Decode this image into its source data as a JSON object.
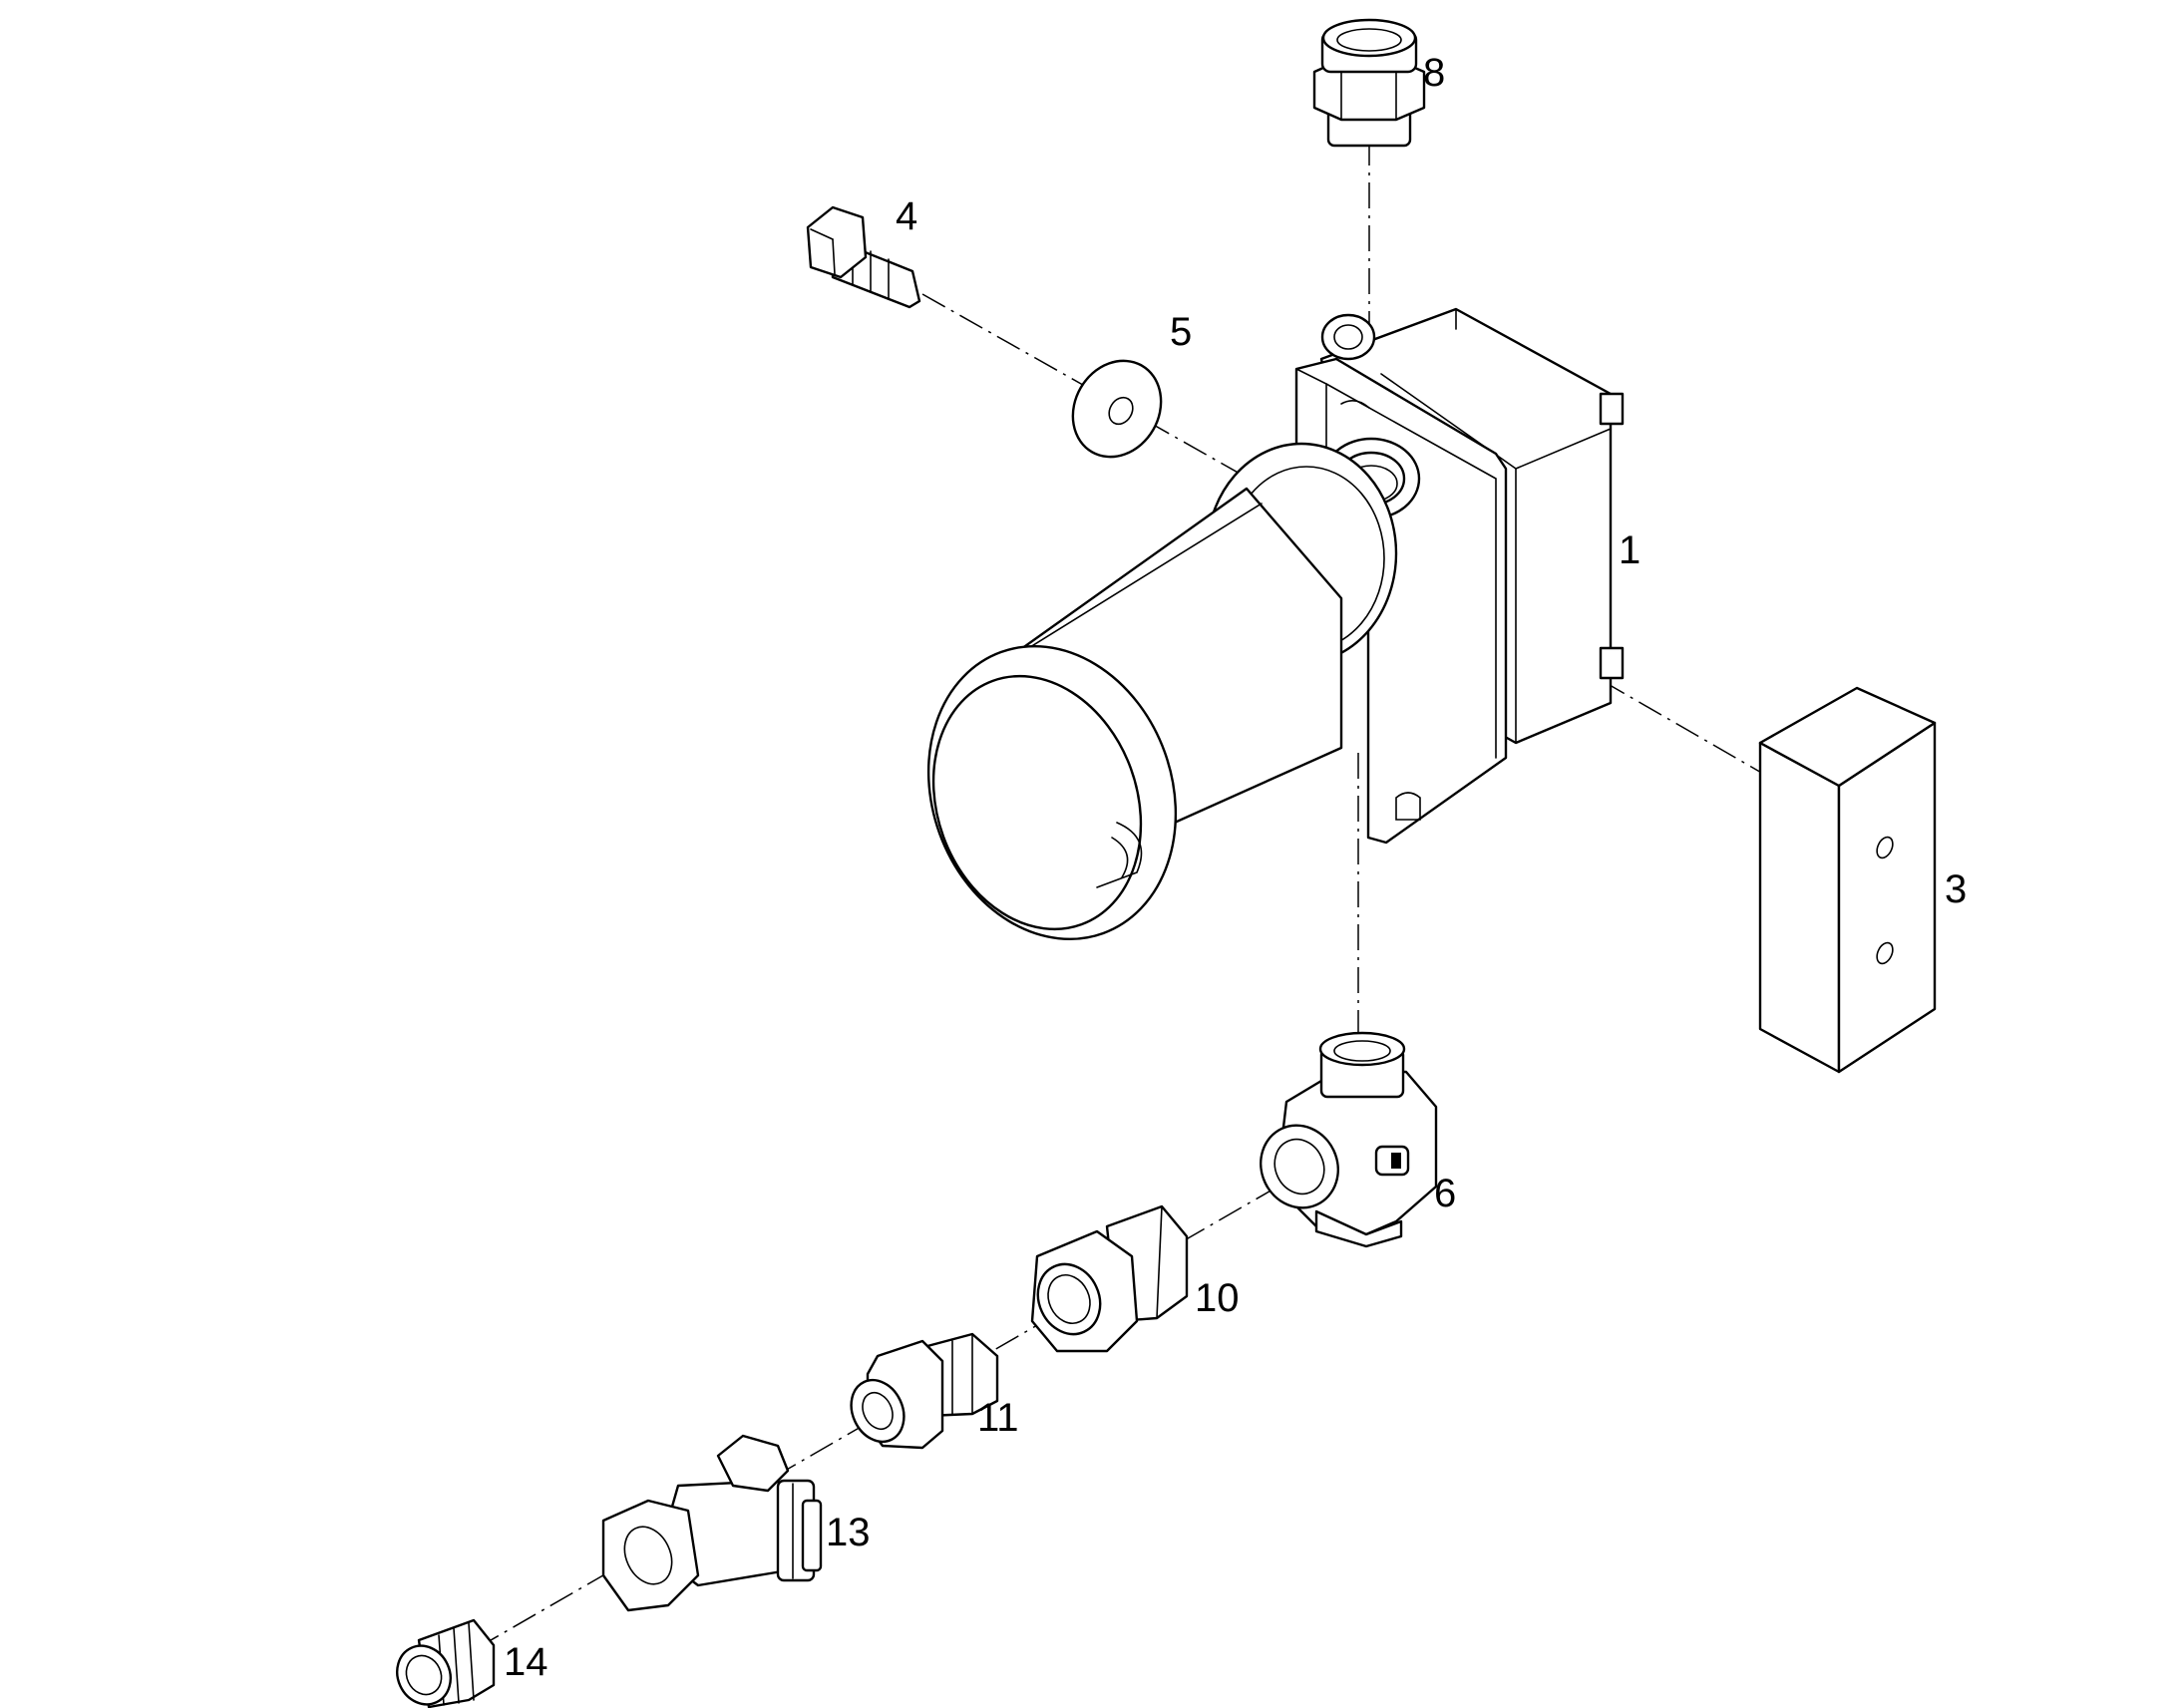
{
  "callouts": {
    "c1": "1",
    "c3": "3",
    "c4": "4",
    "c5": "5",
    "c6": "6",
    "c8": "8",
    "c10": "10",
    "c11": "11",
    "c13": "13",
    "c14": "14"
  },
  "colors": {
    "line": "#000000",
    "background": "#ffffff"
  }
}
